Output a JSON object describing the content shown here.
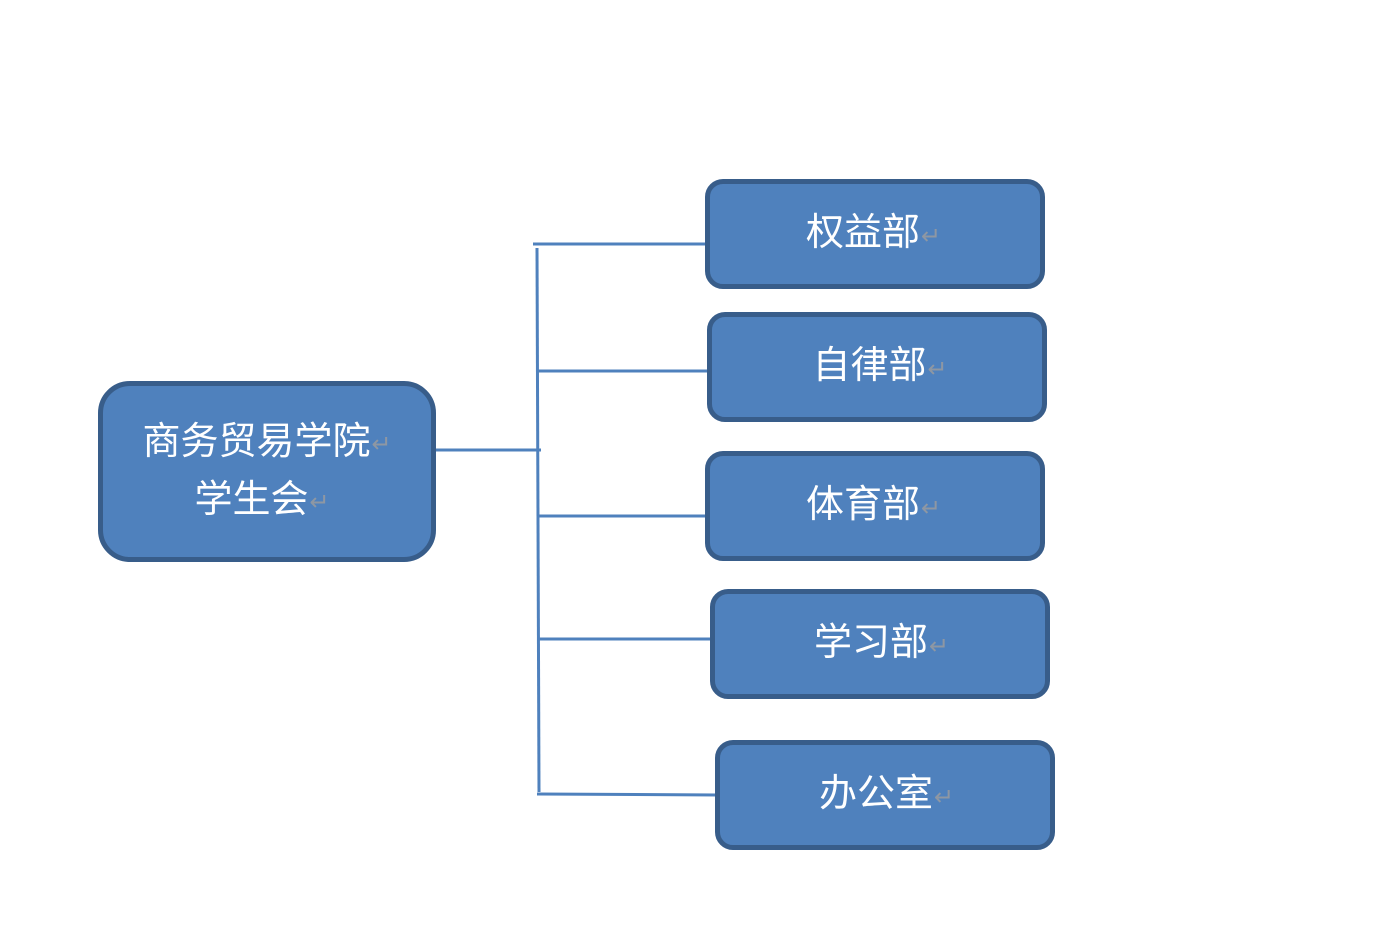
{
  "root": {
    "line1": "商务贸易学院",
    "line2": "学生会"
  },
  "departments": [
    {
      "label": "权益部"
    },
    {
      "label": "自律部"
    },
    {
      "label": "体育部"
    },
    {
      "label": "学习部"
    },
    {
      "label": "办公室"
    }
  ],
  "paragraph_mark": "↵",
  "colors": {
    "box_fill": "#4f81bd",
    "box_border": "#385d8a",
    "connector": "#4f81bd",
    "text": "#ffffff"
  },
  "icons": {
    "paragraph_mark": "return-arrow-glyph"
  }
}
